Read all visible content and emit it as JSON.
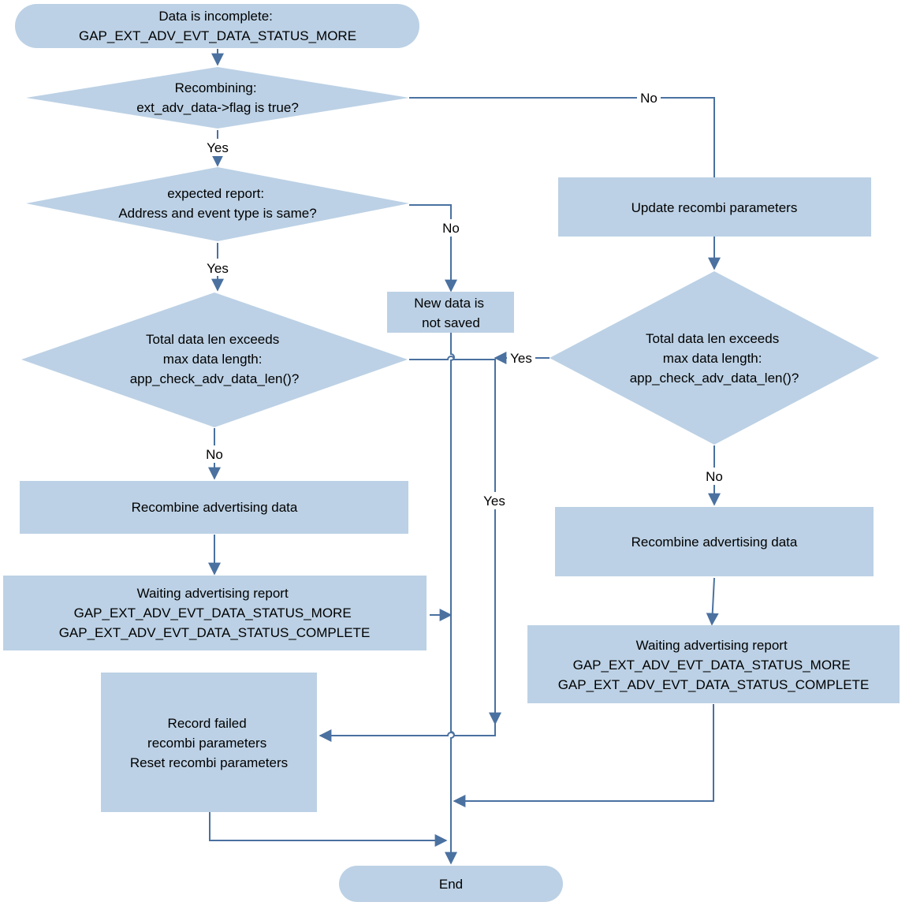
{
  "colors": {
    "node_fill": "#bcd1e5",
    "line": "#4a71a0",
    "text": "#000000"
  },
  "nodes": {
    "start": [
      "Data is incomplete:",
      "GAP_EXT_ADV_EVT_DATA_STATUS_MORE"
    ],
    "decision_recombining": [
      "Recombining:",
      "ext_adv_data->flag is true?"
    ],
    "decision_expected": [
      "expected report:",
      "Address and event type is  same?"
    ],
    "decision_len_left": [
      "Total data len exceeds",
      "max data length:",
      "app_check_adv_data_len()?"
    ],
    "new_data_not_saved": [
      "New data is",
      "not saved"
    ],
    "recombine_left": [
      "Recombine advertising data"
    ],
    "waiting_left": [
      "Waiting advertising report",
      "GAP_EXT_ADV_EVT_DATA_STATUS_MORE",
      "GAP_EXT_ADV_EVT_DATA_STATUS_COMPLETE"
    ],
    "record_failed": [
      "Record failed",
      "recombi parameters",
      "Reset  recombi parameters"
    ],
    "update_recombi": [
      "Update recombi parameters"
    ],
    "decision_len_right": [
      "Total data len exceeds",
      "max data length:",
      "app_check_adv_data_len()?"
    ],
    "recombine_right": [
      "Recombine advertising data"
    ],
    "waiting_right": [
      "Waiting advertising report",
      "GAP_EXT_ADV_EVT_DATA_STATUS_MORE",
      "GAP_EXT_ADV_EVT_DATA_STATUS_COMPLETE"
    ],
    "end": [
      "End"
    ]
  },
  "edge_labels": {
    "recombining_no": "No",
    "recombining_yes": "Yes",
    "expected_no": "No",
    "expected_yes": "Yes",
    "len_left_no": "No",
    "len_right_yes": "Yes",
    "len_right_no": "No",
    "len_left_yes": "Yes"
  }
}
